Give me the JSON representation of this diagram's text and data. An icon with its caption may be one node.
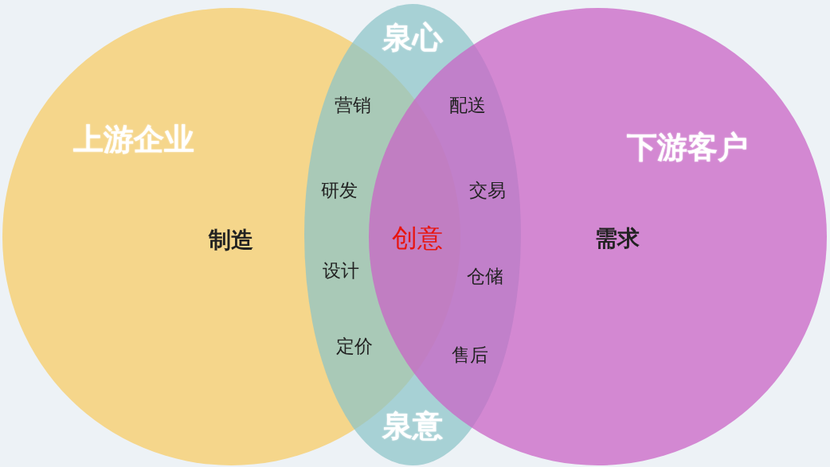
{
  "diagram": {
    "nodes": [
      {
        "text": [
          "上游企业",
          "制造"
        ]
      },
      {
        "text": [
          "泉心",
          "泉意"
        ]
      },
      {
        "text": [
          "下游客户",
          "需求"
        ]
      }
    ],
    "labels": [
      "营销",
      "配送",
      "研发",
      "交易",
      "创意",
      "设计",
      "仓储",
      "定价",
      "售后"
    ]
  }
}
